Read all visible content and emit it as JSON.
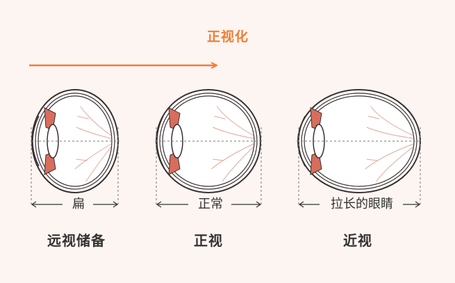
{
  "progression": {
    "label": "正视化"
  },
  "eyes": [
    {
      "shape": "flat",
      "length_label": "扁",
      "caption": "远视储备"
    },
    {
      "shape": "normal",
      "length_label": "正常",
      "caption": "正视"
    },
    {
      "shape": "elongated",
      "length_label": "拉长的眼睛",
      "caption": "近视"
    }
  ],
  "colors": {
    "accent": "#f07d32",
    "outline": "#3a3030",
    "iris": "#d86d5c",
    "vessels": "#e3a89d",
    "text": "#333333",
    "dashed": "#777777",
    "background": "#fdf5f1"
  }
}
